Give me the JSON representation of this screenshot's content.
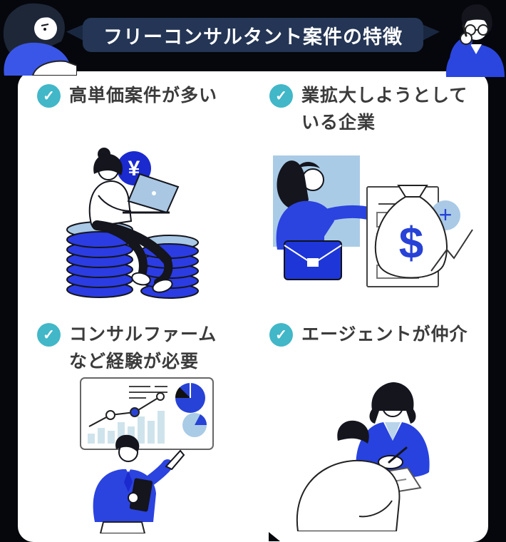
{
  "banner": {
    "title": "フリーコンサルタント案件の特徴"
  },
  "icons": {
    "check": "✓"
  },
  "features": [
    {
      "id": "high-price",
      "title_line1": "高単価案件が多い",
      "title_line2": "",
      "badge_symbol": "¥",
      "illustration": "person-sitting-on-coin-stacks-with-laptop"
    },
    {
      "id": "expanding-companies",
      "title_line1": "業拡大しようとして",
      "title_line2": "いる企業",
      "money_symbol": "$",
      "plus_symbol": "+",
      "illustration": "businesswoman-with-document-briefcase-money-bag"
    },
    {
      "id": "experience-required",
      "title_line1": "コンサルファーム",
      "title_line2": "など経験が必要",
      "illustration": "presenter-pointing-at-charts-board"
    },
    {
      "id": "agent-mediates",
      "title_line1": "エージェントが仲介",
      "title_line2": "",
      "illustration": "agent-and-client-signing-contract"
    }
  ],
  "colors": {
    "background": "#05070c",
    "card": "#ffffff",
    "banner": "#243555",
    "banner_wing": "#1a2740",
    "title_text": "#ffffff",
    "heading_text": "#3b3b3b",
    "check_teal": "#41b7c8",
    "primary_blue": "#2b43df",
    "deep_blue": "#1b2ace",
    "light_blue": "#a9c9e6",
    "pale_blue": "#cfe3ec",
    "ink": "#14151d"
  }
}
